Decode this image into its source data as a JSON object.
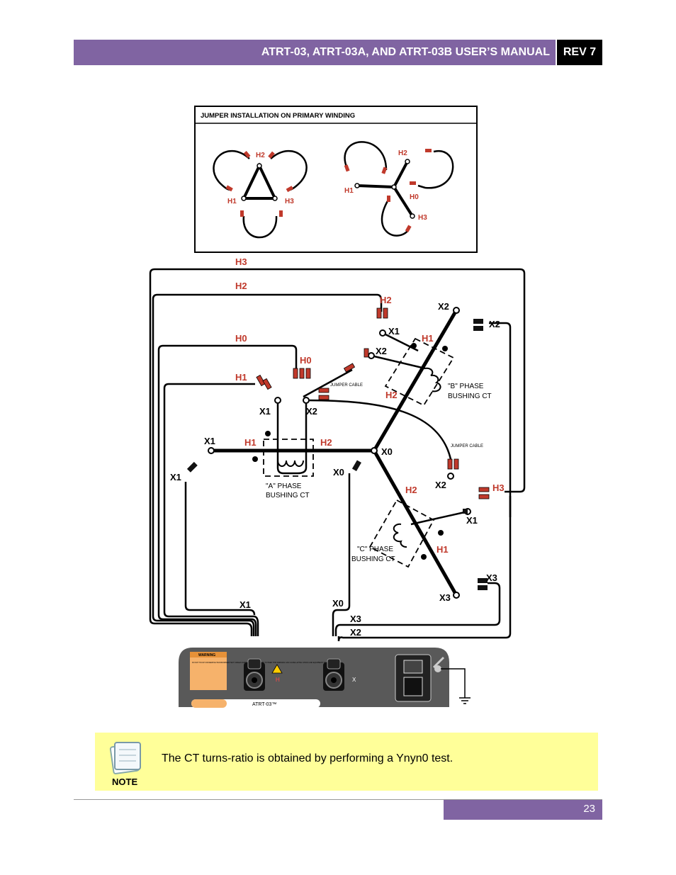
{
  "header": {
    "title": "ATRT-03, ATRT-03A, AND ATRT-03B USER’S MANUAL",
    "rev": "REV 7"
  },
  "figure": {
    "inset_title": "JUMPER INSTALLATION ON PRIMARY WINDING",
    "labels": {
      "h1": "H1",
      "h2": "H2",
      "h3": "H3",
      "h0": "H0",
      "x0": "X0",
      "x1": "X1",
      "x2": "X2",
      "x3": "X3",
      "a_phase_1": "\"A\" PHASE",
      "a_phase_2": "BUSHING CT",
      "b_phase_1": "\"B\" PHASE",
      "b_phase_2": "BUSHING CT",
      "c_phase_1": "\"C\" PHASE",
      "c_phase_2": "BUSHING CT",
      "jumper_cable": "JUMPER CABLE",
      "warning": "WARNING",
      "warning_body": "DO NOT TOUCH OR REMOVE TRANSFORMER TEST CABLES DURING TESTING. FAILURE TO HEED THIS WARNING CAN CAUSE LETHAL SHOCK AND EQUIPMENT DAMAGE",
      "panel_h": "H",
      "panel_x": "X",
      "model": "ATRT-03™"
    }
  },
  "note": {
    "text": "The CT turns-ratio is obtained by performing a Ynyn0 test.",
    "label": "NOTE"
  },
  "footer": {
    "page": "23"
  },
  "colors": {
    "accent": "#8064a2",
    "note_bg": "#ffff99",
    "label_red": "#c0392b"
  }
}
